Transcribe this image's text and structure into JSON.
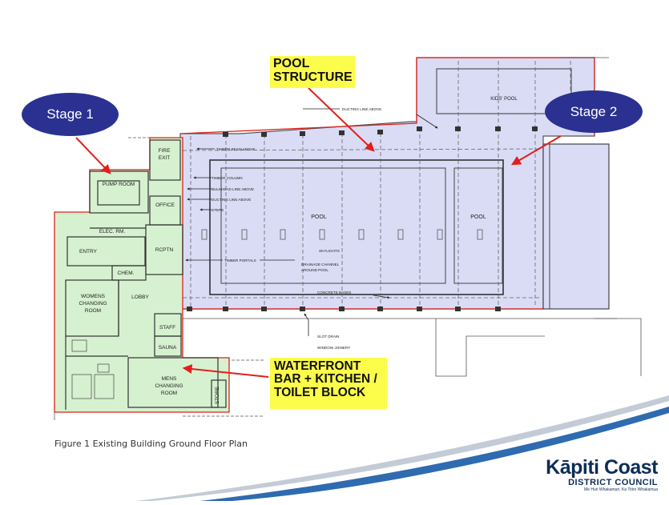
{
  "slide": {
    "caption": "Figure 1 Existing Building Ground Floor Plan",
    "brand": {
      "line1": "Kāpiti Coast",
      "line2": "DISTRICT COUNCIL",
      "line3": "Me Huri Whakamuri, Ka Titiro Whakamua"
    }
  },
  "callouts": {
    "pool_structure": [
      "POOL",
      "STRUCTURE"
    ],
    "waterfront": [
      "WATERFRONT",
      "BAR + KITCHEN /",
      "TOILET BLOCK"
    ],
    "stage1": "Stage 1",
    "stage2": "Stage 2"
  },
  "rooms": {
    "fire_exit": [
      "FIRE",
      "EXIT"
    ],
    "pump_room": "PUMP ROOM",
    "office": "OFFICE",
    "elec_rm": "ELEC. RM.",
    "entry": "ENTRY",
    "rcptn": "RCPTN",
    "chem": "CHEM.",
    "womens": [
      "WOMENS",
      "CHANGING",
      "ROOM"
    ],
    "lobby": "LOBBY",
    "staff": "STAFF",
    "sauna": "SAUNA",
    "mens": [
      "MENS",
      "CHANGING",
      "ROOM"
    ],
    "store": "STORE",
    "pool_main": "POOL",
    "pool_side": "POOL",
    "kids_pool": "KIDS' POOL"
  },
  "notes": {
    "ducting_top": "DUCTING LINE ABOVE",
    "timber_beam": "TIMBER BEAM ABOVE",
    "timber_column": "TIMBER COLUMN",
    "bulkhead": "BULKHEAD LINE ABOVE",
    "ducting_left": "DUCTING LINE ABOVE",
    "steps": "STEPS",
    "timber_portals": "TIMBER PORTALS",
    "skylights": "SKYLIGHTS",
    "drainage": [
      "DRAINAGE CHANNEL",
      "AROUND POOL"
    ],
    "concrete_bases": "CONCRETE BASES",
    "slot_drain": "SLOT DRAIN",
    "window_joinery": "WINDOW JOINERY"
  },
  "colors": {
    "stage1_zone": "#d6f1cf",
    "stage2_zone": "#dadcf6",
    "callout_bg": "#fcfc4a",
    "stage_bubble": "#2a3191",
    "arrow": "#e0201c",
    "brand_navy": "#0c2d57"
  }
}
